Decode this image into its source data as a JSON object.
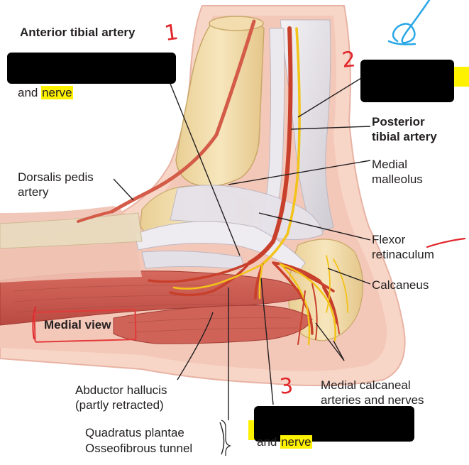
{
  "labels": {
    "anterior_tibial_artery": "Anterior tibial artery",
    "and_nerve_top_prefix": "and ",
    "and_nerve_top_word": "nerve",
    "dorsalis_pedis_line1": "Dorsalis pedis",
    "dorsalis_pedis_line2": "artery",
    "posterior_tibial_line1": "Posterior",
    "posterior_tibial_line2": "tibial artery",
    "medial_malleolus_line1": "Medial",
    "medial_malleolus_line2": "malleolus",
    "flexor_retinaculum_line1": "Flexor",
    "flexor_retinaculum_line2": "retinaculum",
    "calcaneus": "Calcaneus",
    "medial_view": "Medial view",
    "abductor_line1": "Abductor hallucis",
    "abductor_line2": "(partly retracted)",
    "medial_calcaneal_line1": "Medial calcaneal",
    "medial_calcaneal_line2": "arteries and nerves",
    "quadratus_plantae": "Quadratus plantae",
    "osseofibrous_tunnel": "Osseofibrous tunnel",
    "and_nerve_bottom_prefix": "and ",
    "and_nerve_bottom_word": "nerve"
  },
  "annotations": {
    "number_1": "1",
    "number_2": "2",
    "number_3": "3"
  },
  "colors": {
    "highlight": "#fff200",
    "annotation_red": "#e0262b",
    "annotation_blue": "#2aa7e6",
    "skin": "#f6d3c4",
    "muscle": "#c9584f",
    "bone": "#f1dca8",
    "tendon": "#e9e6ea",
    "artery": "#c8402c",
    "nerve": "#f2c318"
  }
}
